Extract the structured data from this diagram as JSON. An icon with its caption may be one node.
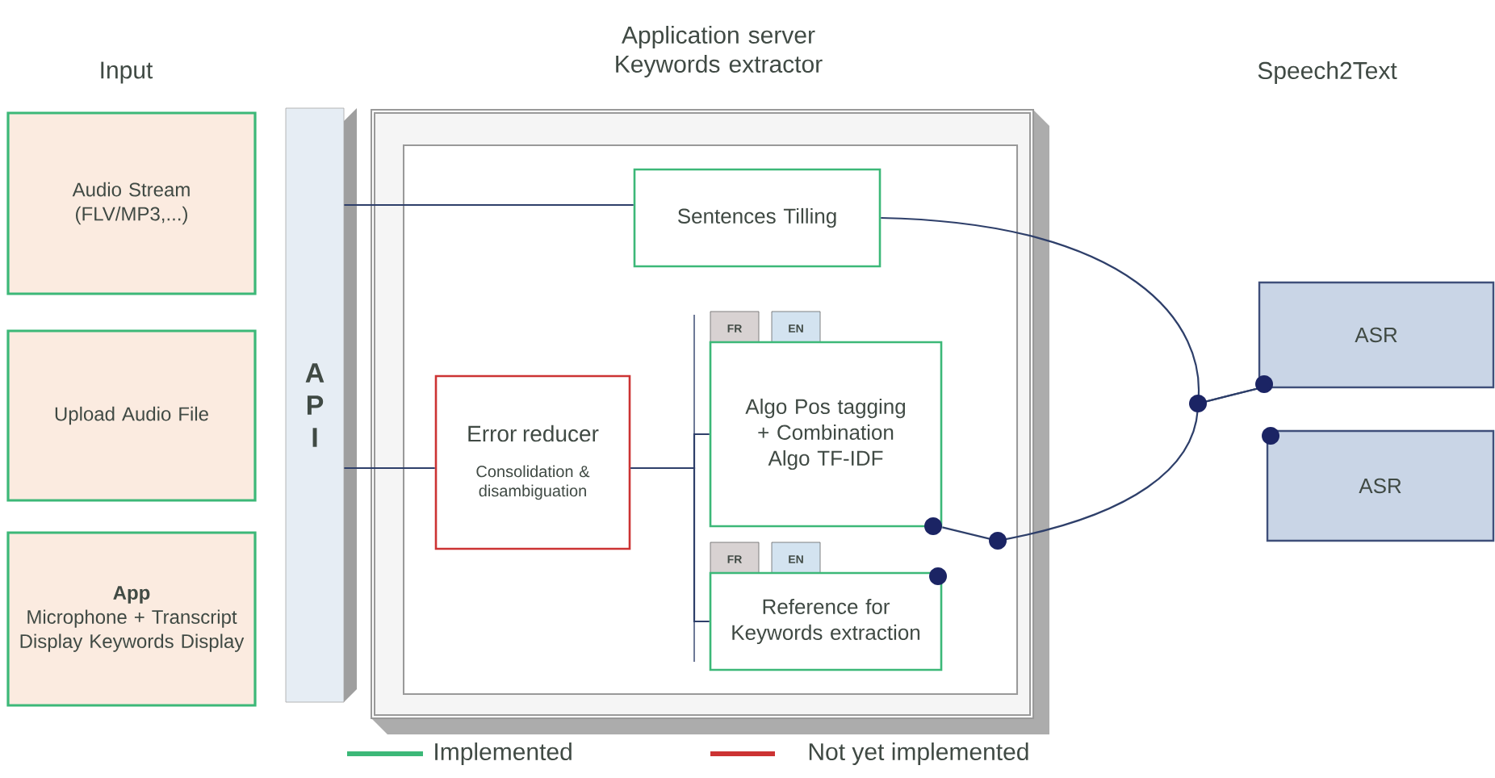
{
  "diagram": {
    "nodes": [
      {
        "text": [
          "Audio Stream (FLV/MP3,...)"
        ]
      },
      {
        "text": [
          "Upload Audio File"
        ]
      },
      {
        "text": [
          "App",
          "Microphone + Transcript Display Keywords Display"
        ]
      },
      {
        "text": [
          "API"
        ]
      },
      {
        "text": [
          "Application server Keywords extractor"
        ]
      },
      {
        "text": [
          "Sentences Tilling"
        ],
        "in": 4
      },
      {
        "text": [
          "Error reducer",
          "Consolidation & disambiguation"
        ],
        "in": 4
      },
      {
        "text": [
          "FR"
        ],
        "in": 4
      },
      {
        "text": [
          "EN"
        ],
        "in": 4
      },
      {
        "text": [
          "Algo Pos tagging + Combination Algo TF-IDF"
        ],
        "in": 4
      },
      {
        "text": [
          "FR"
        ],
        "in": 4
      },
      {
        "text": [
          "EN"
        ],
        "in": 4
      },
      {
        "text": [
          "Reference for Keywords extraction"
        ],
        "in": 4
      },
      {
        "text": [
          "ASR"
        ]
      },
      {
        "text": [
          "ASR"
        ]
      }
    ],
    "edges": [
      {
        "from": 3,
        "to": 5,
        "arrow": "none"
      },
      {
        "from": 3,
        "to": 6,
        "arrow": "none"
      },
      {
        "from": 6,
        "to": 9,
        "arrow": "none"
      },
      {
        "from": 6,
        "to": 12,
        "arrow": "none"
      },
      {
        "from": 5,
        "to": 13,
        "arrow": "none"
      },
      {
        "from": 9,
        "to": 13,
        "arrow": "none"
      }
    ],
    "labels": [
      "Input",
      "Speech2Text"
    ],
    "legend": [
      {
        "text": "Implemented",
        "color": "#3cb878"
      },
      {
        "text": "Not yet implemented",
        "color": "#cc3333"
      }
    ]
  }
}
